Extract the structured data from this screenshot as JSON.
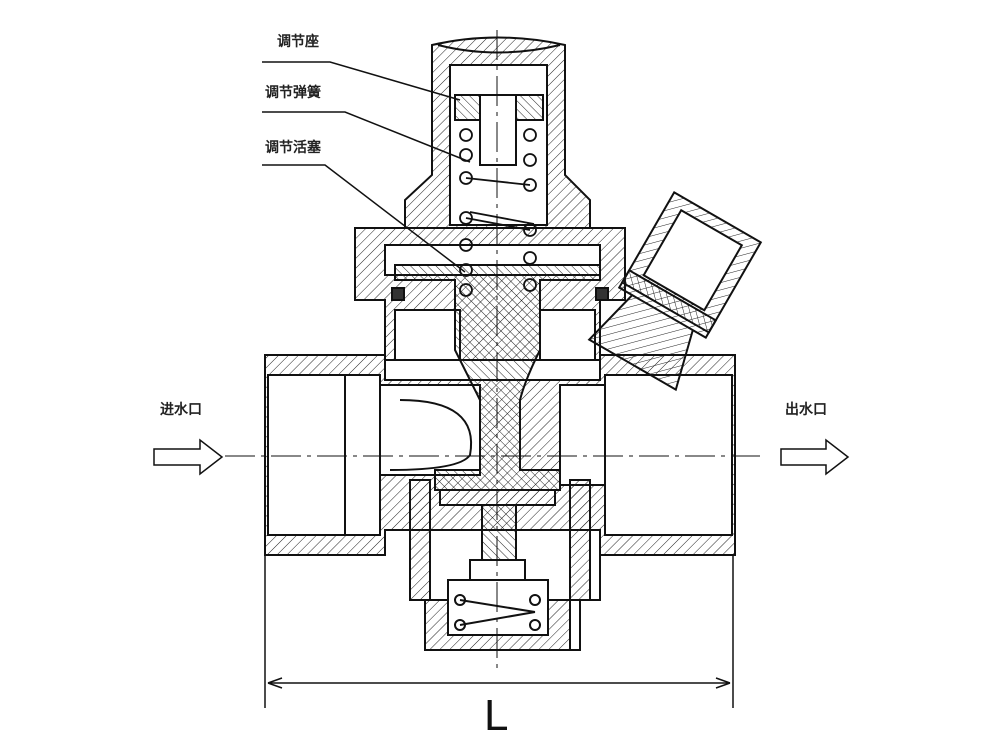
{
  "title": "Pressure reducing valve cross-section",
  "callouts": [
    {
      "label": "调节座"
    },
    {
      "label": "调节弹簧"
    },
    {
      "label": "调节活塞"
    }
  ],
  "inlet_label": "进水口",
  "outlet_label": "出水口",
  "dimension_label": "L",
  "colors": {
    "line": "#111111",
    "background": "#ffffff"
  }
}
